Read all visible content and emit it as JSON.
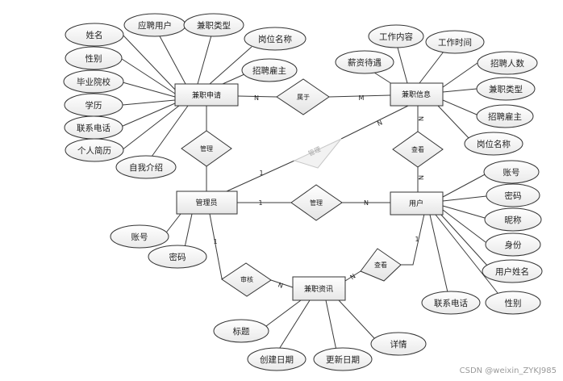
{
  "entities": [
    {
      "id": "job_application",
      "label": "兼职申请"
    },
    {
      "id": "job_info",
      "label": "兼职信息"
    },
    {
      "id": "admin",
      "label": "管理员"
    },
    {
      "id": "user",
      "label": "用户"
    },
    {
      "id": "job_news",
      "label": "兼职资讯"
    }
  ],
  "attributes": {
    "job_application": [
      "姓名",
      "应聘用户",
      "兼职类型",
      "岗位名称",
      "招聘雇主",
      "性别",
      "毕业院校",
      "学历",
      "联系电话",
      "个人简历",
      "自我介绍"
    ],
    "job_info": [
      "工作内容",
      "工作时间",
      "薪资待遇",
      "招聘人数",
      "兼职类型",
      "招聘雇主",
      "岗位名称"
    ],
    "admin": [
      "账号",
      "密码"
    ],
    "user": [
      "账号",
      "密码",
      "昵称",
      "身份",
      "用户姓名",
      "性别",
      "联系电话"
    ],
    "job_news": [
      "标题",
      "创建日期",
      "更新日期",
      "详情"
    ]
  },
  "relationships": [
    {
      "id": "belongs",
      "label": "属于",
      "faint": false
    },
    {
      "id": "manage_app",
      "label": "管理",
      "faint": false
    },
    {
      "id": "manage_info",
      "label": "管理",
      "faint": true
    },
    {
      "id": "view_info",
      "label": "查看",
      "faint": false
    },
    {
      "id": "manage_user",
      "label": "管理",
      "faint": false
    },
    {
      "id": "review",
      "label": "审核",
      "faint": false
    },
    {
      "id": "view_news",
      "label": "查看",
      "faint": false
    }
  ],
  "cardinalities": {
    "app_belongs": "N",
    "belongs_info": "M",
    "admin_manage_info": "1",
    "manage_info_info": "N",
    "info_view": "N",
    "view_user": "N",
    "admin_manage_user": "1",
    "manage_user_user": "N",
    "admin_review": "1",
    "review_news": "N",
    "user_view_news": "1",
    "view_news_news": "N"
  },
  "watermark": "CSDN @weixin_ZYKJ985"
}
